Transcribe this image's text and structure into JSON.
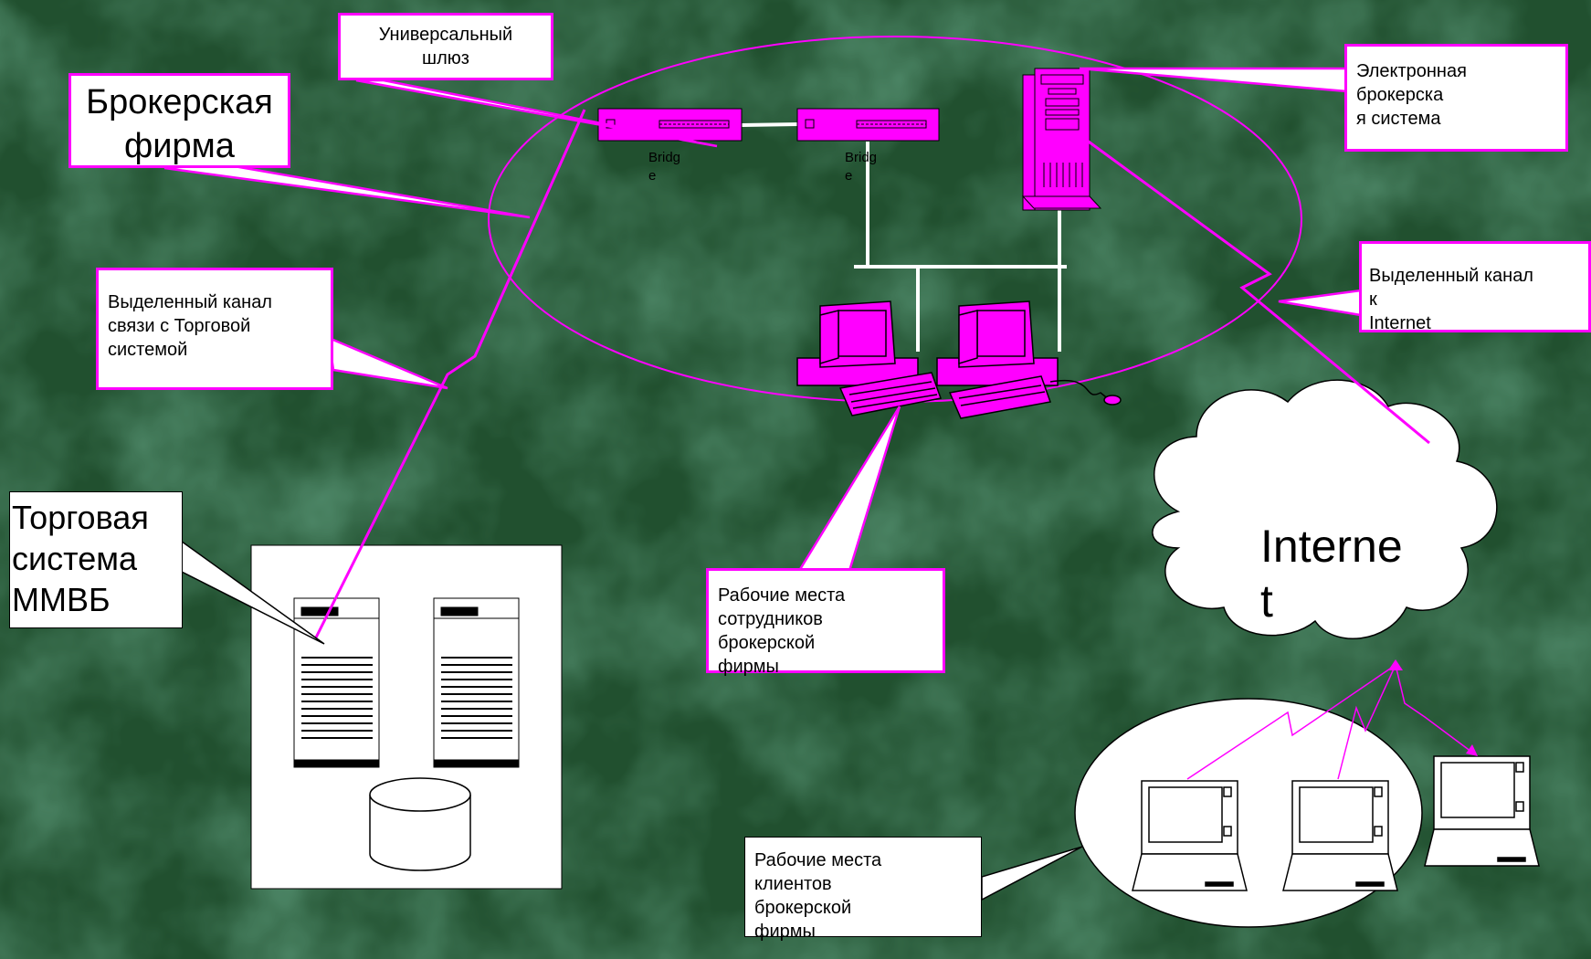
{
  "labels": {
    "broker_firm": "Брокерская\nфирма",
    "universal_gateway": "Универсальный\nшлюз",
    "electronic_system": "Электронная\nброкерска\nя система",
    "dedicated_trade": "Выделенный канал\nсвязи с Торговой\nсистемой",
    "dedicated_internet": "Выделенный канал\nк\nInternet",
    "trade_system": "Торговая\nсистема\nММВБ",
    "employee_workplaces": "Рабочие места\nсотрудников\nброкерской\nфирмы",
    "client_workplaces": "Рабочие места\nклиентов\nброкерской\nфирмы",
    "internet": "Interne\nt",
    "bridge_1": "Bridg\ne",
    "bridge_2": "Bridg\ne"
  },
  "colors": {
    "accent": "#ff00ff",
    "background": "#1f4a30",
    "line": "#ffffff"
  },
  "icons": [
    "bridge-icon",
    "tower-server-icon",
    "desktop-computer-icon",
    "server-rack-icon",
    "database-icon",
    "laptop-icon",
    "cloud-icon"
  ]
}
